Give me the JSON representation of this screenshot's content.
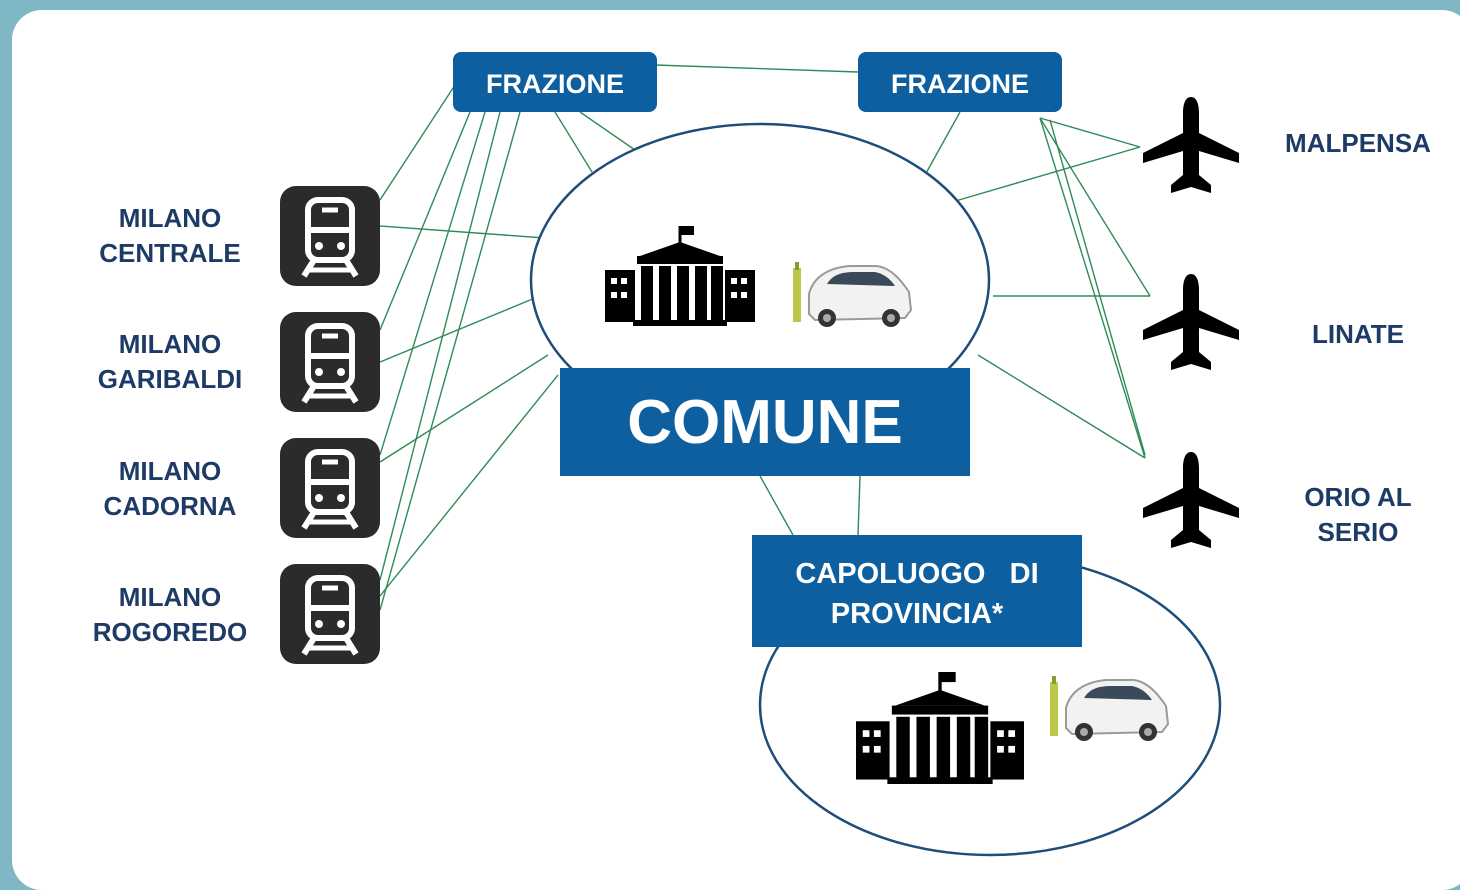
{
  "frazione_left": "FRAZIONE",
  "frazione_right": "FRAZIONE",
  "comune": "COMUNE",
  "capoluogo": {
    "line1": "CAPOLUOGO   DI",
    "line2": "PROVINCIA*"
  },
  "stations": [
    {
      "line1": "MILANO",
      "line2": "CENTRALE"
    },
    {
      "line1": "MILANO",
      "line2": "GARIBALDI"
    },
    {
      "line1": "MILANO",
      "line2": "CADORNA"
    },
    {
      "line1": "MILANO",
      "line2": "ROGOREDO"
    }
  ],
  "airports": [
    {
      "line1": "MALPENSA",
      "line2": ""
    },
    {
      "line1": "LINATE",
      "line2": ""
    },
    {
      "line1": "ORIO AL",
      "line2": "SERIO"
    }
  ],
  "icons": {
    "station": "train-icon",
    "airport": "airplane-icon",
    "municipality": "town-hall-icon",
    "car": "electric-car-icon"
  },
  "colors": {
    "box_blue": "#0e5fa0",
    "label_navy": "#1d3b66",
    "connector_green": "#2e8b57",
    "background_teal": "#7fb7c4"
  }
}
